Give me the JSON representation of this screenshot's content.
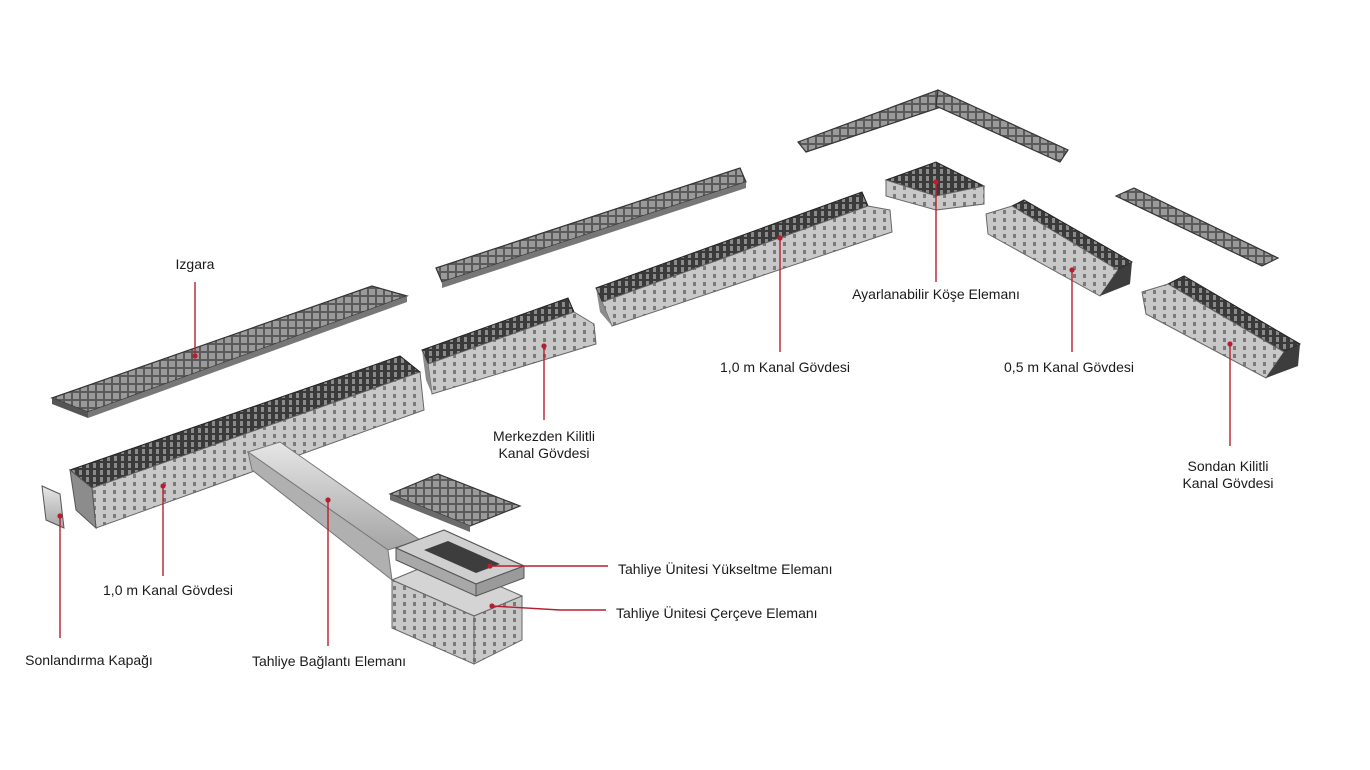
{
  "colors": {
    "leader": "#b5202e",
    "steel_light": "#d9d9d9",
    "steel_mid": "#aaaaaa",
    "steel_dark": "#6e6e6e",
    "grating": "#4a4a4a",
    "text": "#1a1a1a"
  },
  "labels": {
    "grating": "Izgara",
    "center_locked_line1": "Merkezden Kilitli",
    "center_locked_line2": "Kanal Gövdesi",
    "channel_1m_right": "1,0 m Kanal Gövdesi",
    "adjustable_corner": "Ayarlanabilir Köşe Elemanı",
    "channel_05m": "0,5 m Kanal Gövdesi",
    "end_locked_line1": "Sondan Kilitli",
    "end_locked_line2": "Kanal Gövdesi",
    "channel_1m_left": "1,0 m Kanal Gövdesi",
    "end_cap": "Sonlandırma Kapağı",
    "drain_connection": "Tahliye Bağlantı Elemanı",
    "drain_riser": "Tahliye Ünitesi Yükseltme Elemanı",
    "drain_frame": "Tahliye Ünitesi Çerçeve Elemanı"
  }
}
